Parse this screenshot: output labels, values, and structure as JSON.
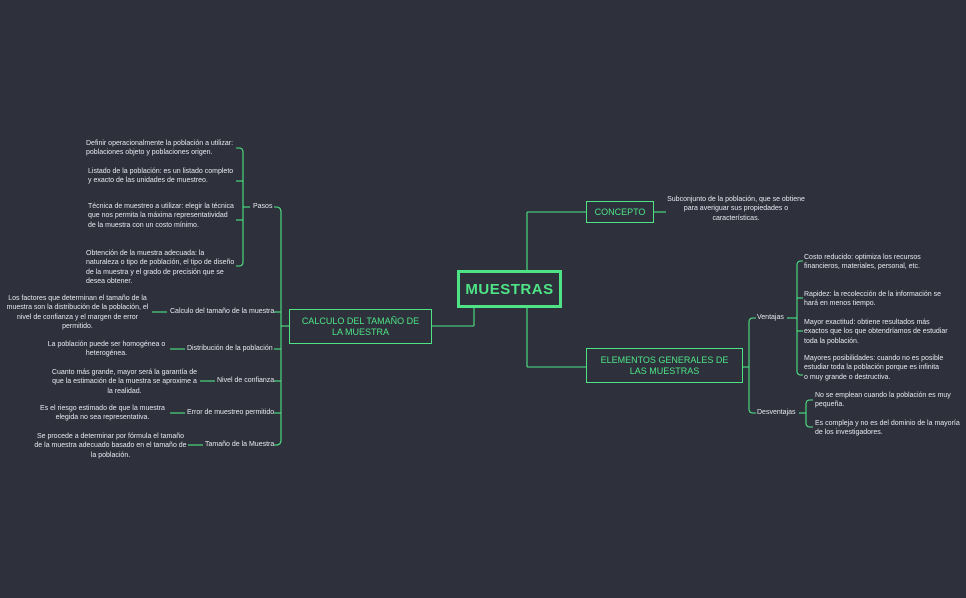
{
  "root": "MUESTRAS",
  "concepto": {
    "title": "CONCEPTO",
    "text": "Subconjunto de la población, que se obtiene para averiguar sus propiedades o características."
  },
  "elementos": {
    "title": "ELEMENTOS GENERALES DE LAS MUESTRAS",
    "ventajas": {
      "label": "Ventajas",
      "items": [
        "Costo reducido: optimiza los recursos financieros, materiales, personal, etc.",
        "Rapidez: la recolección de la información se hará en menos tiempo.",
        "Mayor exactitud: obtiene resultados más exactos que los que obtendríamos de estudiar toda la población.",
        "Mayores posibilidades: cuando no es posible estudiar toda la población porque es infinita o muy grande o destructiva."
      ]
    },
    "desventajas": {
      "label": "Desventajas",
      "items": [
        "No se emplean cuando la población es muy pequeña.",
        "Es compleja y no es del dominio de la mayoría de los investigadores."
      ]
    }
  },
  "calculo": {
    "title": "CALCULO DEL TAMAÑO DE LA MUESTRA",
    "pasos": {
      "label": "Pasos",
      "items": [
        "Definir operacionalmente la población a utilizar: poblaciones objeto y poblaciones origen.",
        "Listado de la población: es un listado completo y exacto de las unidades de muestreo.",
        "Técnica de muestreo a utilizar: elegir la técnica que nos permita la máxima representatividad de la muestra con un costo mínimo.",
        "Obtención de la muestra adecuada: la naturaleza o tipo de población, el tipo de diseño de la muestra y el grado de precisión que se desea obtener."
      ]
    },
    "branches": [
      {
        "label": "Calculo del tamaño de la muestra",
        "text": "Los factores que determinan el tamaño de la muestra son la distribución de la población, el nivel de confianza y el margen de error permitido."
      },
      {
        "label": "Distribución de la población",
        "text": "La población puede ser homogénea o heterogénea."
      },
      {
        "label": "Nivel de confianza",
        "text": "Cuanto más grande, mayor será la garantía de que la estimación de la muestra se aproxime a la realidad."
      },
      {
        "label": "Error de muestreo permitido",
        "text": "Es el riesgo estimado de que la muestra elegida no sea representativa."
      },
      {
        "label": "Tamaño de la Muestra",
        "text": "Se procede a determinar por fórmula el tamaño de la muestra adecuado basado en el tamaño de la población."
      }
    ]
  }
}
